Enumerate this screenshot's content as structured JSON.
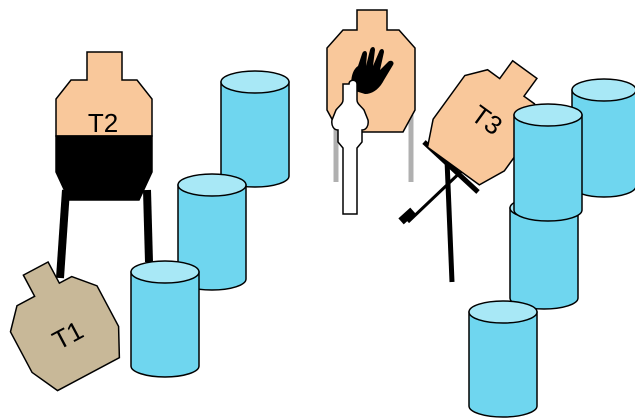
{
  "targets": {
    "t1": {
      "label": "T1"
    },
    "t2": {
      "label": "T2"
    },
    "t3": {
      "label": "T3"
    }
  },
  "colors": {
    "barrel_fill": "#6fd6ef",
    "barrel_top": "#a8e8f6",
    "target_peach": "#f9c89b",
    "target_tan": "#c8b898",
    "outline": "#000000",
    "post_gray": "#b0b0b0",
    "figure_white": "#ffffff"
  },
  "icons": {
    "hand": "hand-icon",
    "figure": "person-silhouette-icon",
    "weapon": "rifle-icon"
  }
}
